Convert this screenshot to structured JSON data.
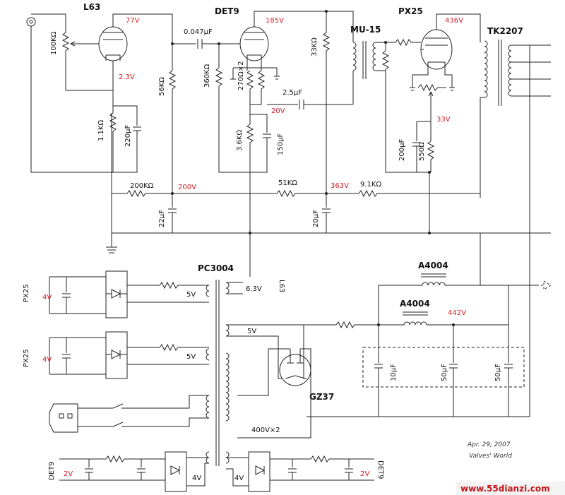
{
  "tubes": {
    "l63": "L63",
    "det9": "DET9",
    "px25": "PX25",
    "gz37": "GZ37"
  },
  "transformers": {
    "mu15": "MU-15",
    "tk2207": "TK2207",
    "pc3004": "PC3004"
  },
  "chokes": {
    "upper": "A4004",
    "lower": "A4004"
  },
  "voltages": {
    "l63_plate": "77V",
    "l63_cathode": "2.3V",
    "det9_plate": "185V",
    "det9_cathode": "20V",
    "px25_plate": "436V",
    "px25_cathode": "33V",
    "b200": "200V",
    "b363": "363V",
    "b442": "442V"
  },
  "components": {
    "r_vol": "100KΩ",
    "r_56k": "56KΩ",
    "c_047": "0.047μF",
    "r_360k": "360KΩ",
    "r_270": "270Ω×2",
    "c_25": "2.5μF",
    "r_33k": "33KΩ",
    "r_11k": "1.1KΩ",
    "c_220": "220μF",
    "r_36k": "3.6KΩ",
    "c_150": "150μF",
    "c_200": "200μF",
    "r_550": "550Ω",
    "r_200k": "200KΩ",
    "r_51k": "51KΩ",
    "r_91k": "9.1KΩ",
    "c_22": "22μF",
    "c_20": "20μF",
    "c_10": "10μF",
    "c_50a": "50μF",
    "c_50b": "50μF"
  },
  "power": {
    "px25_a": "PX25",
    "px25_a_v": "4V",
    "px25_b": "PX25",
    "px25_b_v": "4V",
    "sec_5v_a": "5V",
    "sec_5v_b": "5V",
    "sec_5v_c": "5V",
    "sec_63": "6.3V",
    "sec_63_to": "L63",
    "sec_400": "400V×2",
    "det9_l": "DET9",
    "det9_l_v": "2V",
    "det9_l_4v": "4V",
    "det9_r": "DET9",
    "det9_r_v": "2V",
    "det9_r_4v": "4V"
  },
  "signature": {
    "date": "Apr. 29, 2007",
    "author": "Valves' World"
  },
  "watermark": "www.55dianzi.com"
}
